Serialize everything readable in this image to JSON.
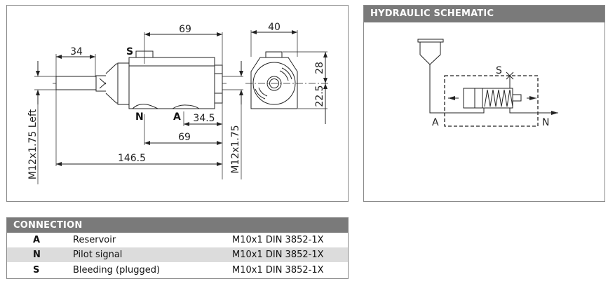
{
  "drawing": {
    "dimensions": {
      "body_length_top": "69",
      "rod_length": "34",
      "side_width": "40",
      "height_upper": "28",
      "height_lower": "22.5",
      "port_a_offset": "34.5",
      "body_length_bottom": "69",
      "overall_length": "146.5",
      "thread_left": "M12x1.75 Left",
      "thread_right": "M12x1.75"
    },
    "port_labels": {
      "s": "S",
      "n": "N",
      "a": "A"
    }
  },
  "schematic": {
    "title": "HYDRAULIC SCHEMATIC",
    "labels": {
      "s": "S",
      "a": "A",
      "n": "N"
    }
  },
  "connection": {
    "title": "CONNECTION",
    "rows": [
      {
        "port": "A",
        "description": "Reservoir",
        "thread": "M10x1 DIN 3852-1X"
      },
      {
        "port": "N",
        "description": "Pilot signal",
        "thread": "M10x1 DIN 3852-1X"
      },
      {
        "port": "S",
        "description": "Bleeding (plugged)",
        "thread": "M10x1 DIN 3852-1X"
      }
    ]
  },
  "colors": {
    "header_bg": "#7a7a7a",
    "row_alt": "#dcdcdc",
    "border": "#8a8a8a"
  }
}
